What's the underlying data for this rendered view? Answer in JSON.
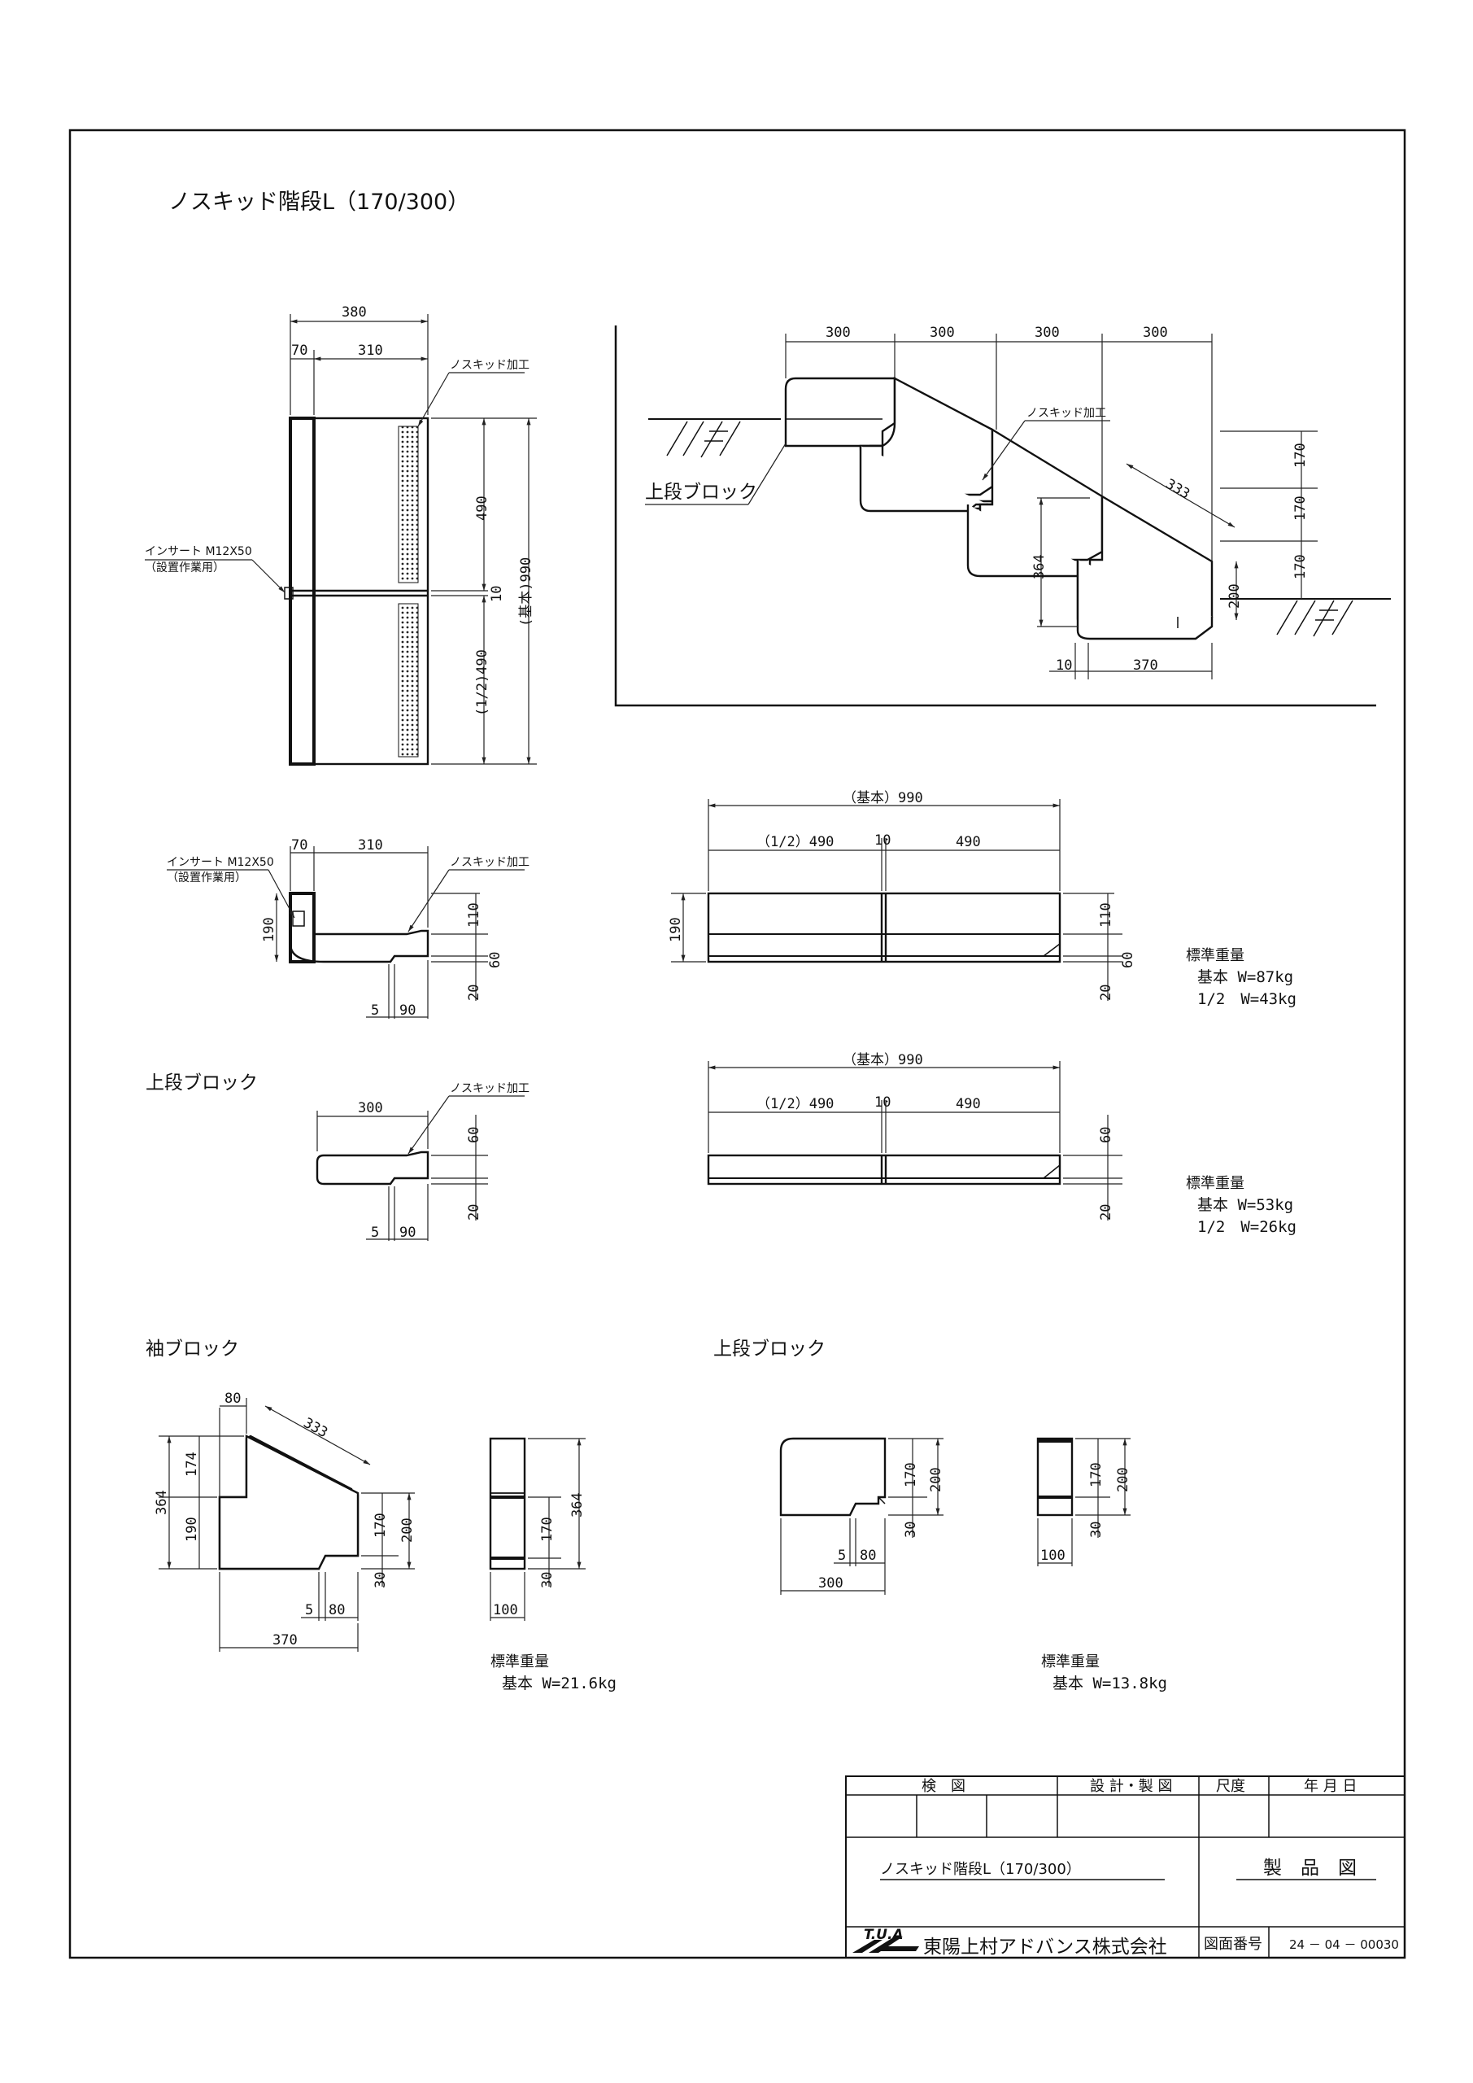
{
  "title": "ノスキッド階段L（170/300）",
  "labels": {
    "nonskid": "ノスキッド加工",
    "insert_line1": "インサート M12X50",
    "insert_line2": "（設置作業用）",
    "upper_block": "上段ブロック",
    "sleeve_block": "袖ブロック",
    "std_weight": "標準重量"
  },
  "front_view_dims": {
    "w380": "380",
    "w70": "70",
    "w310": "310",
    "h490": "490",
    "h10": "10",
    "h990": "(基本)990",
    "h_half490": "(1/2)490"
  },
  "section_dims": {
    "w70": "70",
    "w310": "310",
    "h190": "190",
    "h110": "110",
    "h60": "60",
    "h20": "20",
    "w5": "5",
    "w90": "90"
  },
  "elevation_dims": {
    "base990": "（基本）990",
    "half490": "（1/2）490",
    "gap10": "10",
    "w490": "490",
    "h190": "190",
    "h110": "110",
    "h60": "60",
    "h20": "20"
  },
  "stair_dims": {
    "treads": [
      "300",
      "300",
      "300",
      "300"
    ],
    "risers": [
      "170",
      "170",
      "170"
    ],
    "slope": "333",
    "h364": "364",
    "h200": "200",
    "w10": "10",
    "w370": "370"
  },
  "upper_section_dims": {
    "w300": "300",
    "h60": "60",
    "h20": "20",
    "w5": "5",
    "w90": "90"
  },
  "sleeve_dims": {
    "w80": "80",
    "slope333": "333",
    "h364": "364",
    "h174": "174",
    "h190": "190",
    "h170": "170",
    "h200": "200",
    "h30": "30",
    "w5": "5",
    "w80b": "80",
    "w370": "370",
    "w100": "100"
  },
  "upper2_dims": {
    "h170": "170",
    "h200": "200",
    "h30": "30",
    "w5": "5",
    "w80": "80",
    "w300": "300",
    "w100": "100"
  },
  "weights": {
    "main": {
      "base": "基本 W=87kg",
      "half": "1/2　W=43kg"
    },
    "upper": {
      "base": "基本 W=53kg",
      "half": "1/2　W=26kg"
    },
    "sleeve": {
      "base": "基本 W=21.6kg"
    },
    "upper2": {
      "base": "基本 W=13.8kg"
    }
  },
  "title_block": {
    "inspect": "検　図",
    "design": "設 計・製 図",
    "scale": "尺度",
    "date": "年 月 日",
    "drawing_title": "ノスキッド階段L（170/300）",
    "drawing_type": "製　品　図",
    "logo_text": "T.U.A",
    "company": "東陽上村アドバンス株式会社",
    "drawing_no_label": "図面番号",
    "drawing_no": "24 － 04 － 00030"
  }
}
